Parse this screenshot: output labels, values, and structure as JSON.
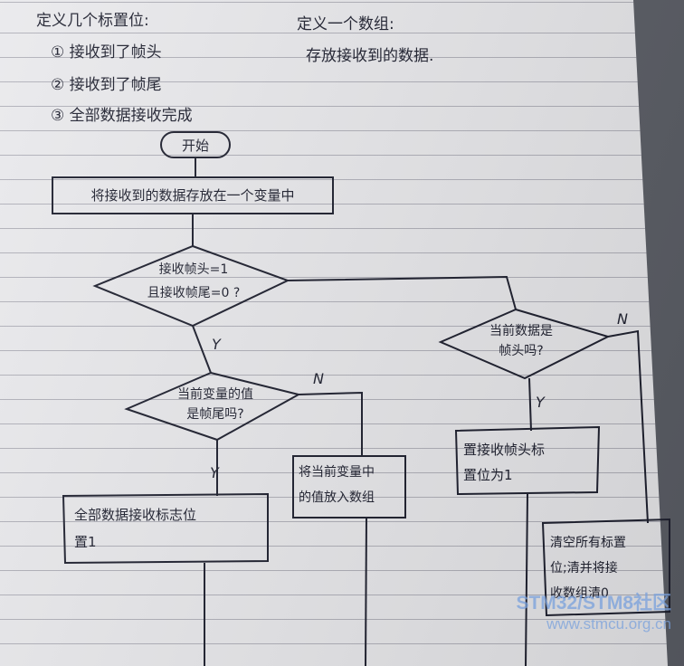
{
  "notes": {
    "flags_title": "定义几个标置位:",
    "flags": [
      "① 接收到了帧头",
      "② 接收到了帧尾",
      "③ 全部数据接收完成"
    ],
    "array_title": "定义一个数组:",
    "array_desc": "存放接收到的数据."
  },
  "flowchart": {
    "start": "开始",
    "store": "将接收到的数据存放在一个变量中",
    "decision1": [
      "接收帧头=1",
      "且接收帧尾=0 ?"
    ],
    "decision2": [
      "当前数据是",
      "帧头吗?"
    ],
    "decision3": [
      "当前变量的值",
      "是帧尾吗?"
    ],
    "set_head": [
      "置接收帧头标",
      "置位为1"
    ],
    "put_array": [
      "将当前变量中",
      "的值放入数组"
    ],
    "all_done": [
      "全部数据接收标志位",
      "置1"
    ],
    "clear": [
      "清空所有标置",
      "位;清并将接",
      "收数组清0"
    ],
    "yes": "Y",
    "no": "N"
  },
  "watermark": {
    "line1": "STM32/STM8社区",
    "line2": "www.stmcu.org.cn"
  }
}
